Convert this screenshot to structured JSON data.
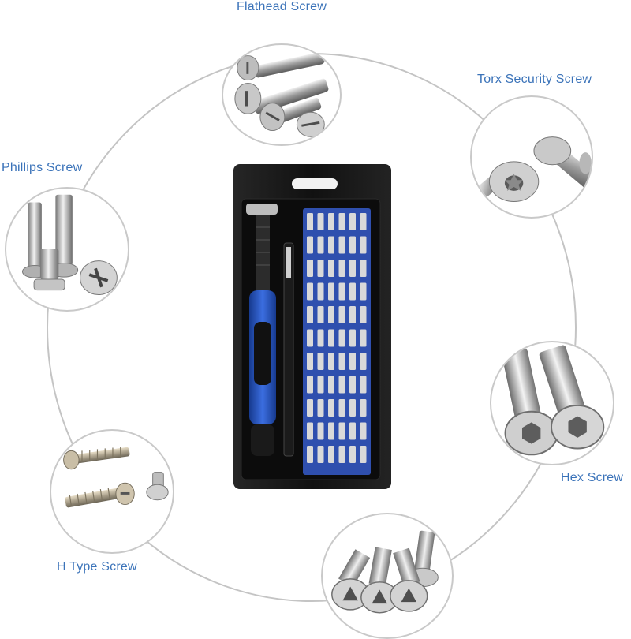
{
  "labels": {
    "flathead": "Flathead Screw",
    "torx": "Torx Security Screw",
    "phillips": "Phillips Screw",
    "hex": "Hex Screw",
    "h_type": "H Type Screw"
  },
  "colors": {
    "label_text": "#3b73b9",
    "ring": "#c4c4c4",
    "case_black": "#161616",
    "bit_blue": "#2f4fae",
    "handle_blue": "#1f4fb5"
  }
}
